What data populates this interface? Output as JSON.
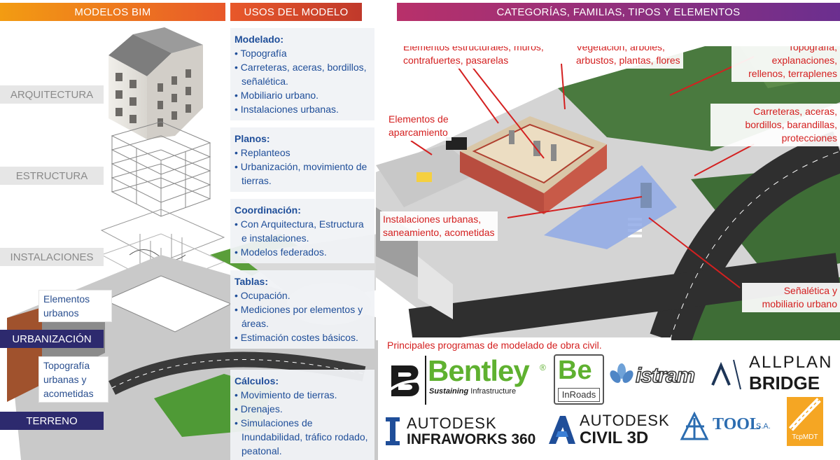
{
  "headers": {
    "models": "MODELOS BIM",
    "uses": "USOS DEL MODELO",
    "categories": "CATEGORÍAS, FAMILIAS, TIPOS Y ELEMENTOS"
  },
  "layers": {
    "architecture": "ARQUITECTURA",
    "structure": "ESTRUCTURA",
    "installations": "INSTALACIONES",
    "urbanization": "URBANIZACIÓN",
    "terrain": "TERRENO"
  },
  "left_callouts": {
    "urban_elements": [
      "Elementos",
      "urbanos"
    ],
    "topography": [
      "Topografía",
      "urbanas y",
      "acometidas"
    ]
  },
  "uses": [
    {
      "title": "Modelado:",
      "items": [
        "• Topografía",
        "• Carreteras, aceras, bordillos, señalética.",
        "• Mobiliario urbano.",
        "• Instalaciones urbanas."
      ]
    },
    {
      "title": "Planos:",
      "items": [
        "• Replanteos",
        "• Urbanización, movimiento de tierras."
      ]
    },
    {
      "title": "Coordinación:",
      "items": [
        "• Con Arquitectura, Estructura e instalaciones.",
        "• Modelos federados."
      ]
    },
    {
      "title": "Tablas:",
      "items": [
        "• Ocupación.",
        "• Mediciones por elementos y áreas.",
        "• Estimación costes básicos."
      ]
    },
    {
      "title": "Cálculos:",
      "items": [
        "• Movimiento de tierras.",
        "• Drenajes.",
        "• Simulaciones de Inundabilidad, tráfico rodado, peatonal."
      ]
    }
  ],
  "scene_labels": {
    "structural": [
      "Elementos estructurales, muros,",
      "contrafuertes, pasarelas"
    ],
    "vegetation": [
      "Vegetación, árboles,",
      "arbustos, plantas, flores"
    ],
    "topography": [
      "Topografía,",
      "explanaciones,",
      "rellenos, terraplenes"
    ],
    "parking": [
      "Elementos de",
      "aparcamiento"
    ],
    "roads": [
      "Carreteras, aceras,",
      "bordillos, barandillas,",
      "protecciones"
    ],
    "utilities": [
      "Instalaciones urbanas,",
      "saneamiento, acometidas"
    ],
    "signage": [
      "Señalética y",
      "mobiliario urbano"
    ]
  },
  "programs_title": "Principales programas de modelado de obra civil.",
  "logos": {
    "bentley": "Bentley",
    "bentley_reg": "®",
    "bentley_tagline_bold": "Sustaining",
    "bentley_tagline": " Infrastructure",
    "inroads_be": "Be",
    "inroads": "InRoads",
    "istram": "istram",
    "allplan_line1": "ALLPLAN",
    "allplan_line2": "BRIDGE",
    "infraworks_line1": "AUTODESK",
    "infraworks_line2": "INFRAWORKS 360",
    "civil_line1": "AUTODESK",
    "civil_line2": "CIVIL 3D",
    "tool": "TOOL",
    "tool_suffix": "S.A.",
    "tcpmdt": "TcpMDT"
  },
  "colors": {
    "orange": "#f39c12",
    "red": "#d42020",
    "purple": "#6b2f8f",
    "navy": "#2d2a6e",
    "blue_text": "#1f4e99",
    "bentley_green": "#5fb130"
  }
}
